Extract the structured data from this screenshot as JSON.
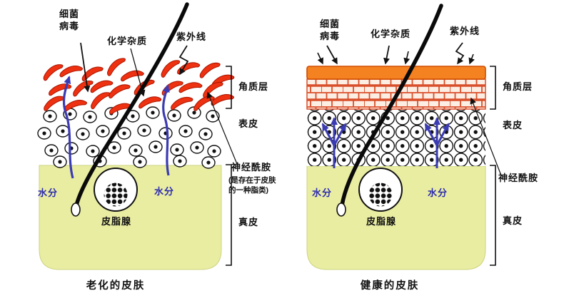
{
  "colors": {
    "dermis": "#e9eda2",
    "flake": "#ee3111",
    "band": "#f58220",
    "moisture": "#3b3bb3"
  },
  "left_panel": {
    "caption": "老化的皮肤",
    "top_labels": {
      "bacteria": "细菌\n病毒",
      "chemical": "化学杂质",
      "uv": "紫外线"
    },
    "moisture_label_1": "水分",
    "moisture_label_2": "水分",
    "gland_label": "皮脂腺",
    "side_labels": {
      "stratum": "角质层",
      "epidermis": "表皮",
      "ceramide": "神经酰胺",
      "ceramide_note": "(是存在于皮肤\n的一种脂类)",
      "dermis": "真皮"
    }
  },
  "right_panel": {
    "caption": "健康的皮肤",
    "top_labels": {
      "bacteria": "细菌\n病毒",
      "chemical": "化学杂质",
      "uv": "紫外线"
    },
    "moisture_label_1": "水分",
    "moisture_label_2": "水分",
    "gland_label": "皮脂腺",
    "side_labels": {
      "stratum": "角质层",
      "epidermis": "表皮",
      "ceramide": "神经酰胺",
      "dermis": "真皮"
    }
  }
}
